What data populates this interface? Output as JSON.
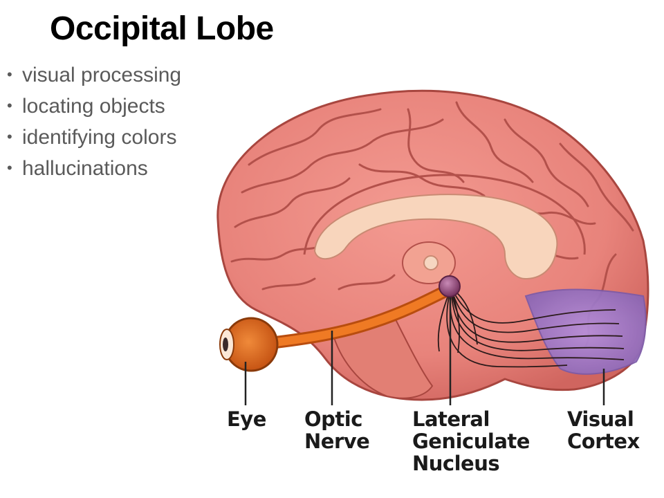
{
  "title": "Occipital Lobe",
  "bullets": [
    "visual processing",
    "locating objects",
    "identifying colors",
    "hallucinations"
  ],
  "diagram_labels": {
    "eye": [
      "Eye"
    ],
    "optic_nerve": [
      "Optic",
      "Nerve"
    ],
    "lgn": [
      "Lateral",
      "Geniculate",
      "Nucleus"
    ],
    "visual_cortex": [
      "Visual",
      "Cortex"
    ]
  },
  "colors": {
    "brain": "#e8877f",
    "brain_dark": "#b6534f",
    "corpus": "#f7d2b8",
    "optic": "#e36a1a",
    "cortex": "#9f7acb",
    "lgn": "#8a3b6b"
  }
}
